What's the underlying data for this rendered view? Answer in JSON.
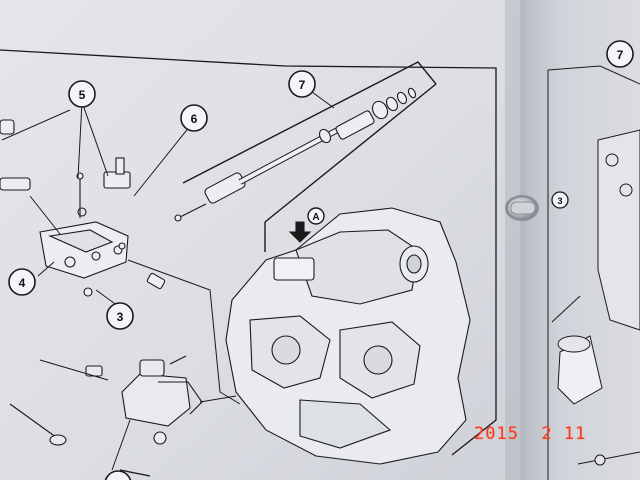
{
  "callouts": {
    "left_page": [
      "5",
      "6",
      "7",
      "4",
      "3",
      "A"
    ],
    "right_page": [
      "7",
      "3"
    ]
  },
  "date_stamp": "2015  2 11",
  "colors": {
    "page": "#dcdde3",
    "ink": "#1a1a1a",
    "stamp": "#ff3b1e",
    "ring": "#bfc3c9"
  }
}
